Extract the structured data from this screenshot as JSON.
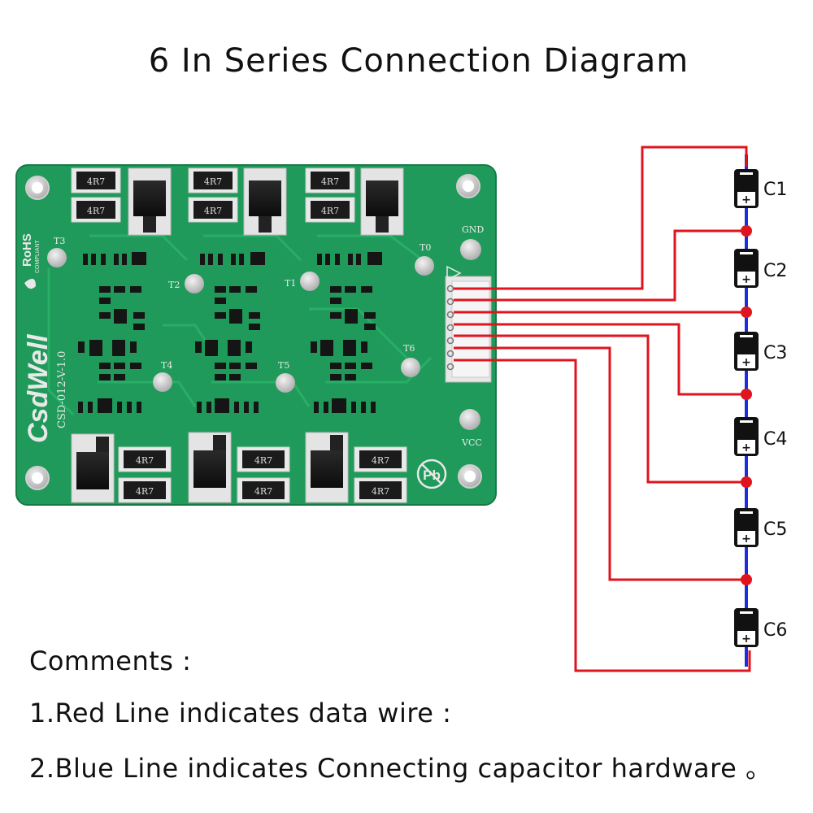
{
  "title": "6 In Series Connection Diagram",
  "board": {
    "brand": "CsdWell",
    "version": "CSD-012-V-1.0",
    "rohs": "RoHS",
    "rohs_sub": "COMPLIANT",
    "resistor_code": "4R7",
    "pin_labels": {
      "gnd": "GND",
      "vcc": "VCC"
    },
    "pads": [
      "T0",
      "T1",
      "T2",
      "T3",
      "T4",
      "T5",
      "T6"
    ],
    "color": "#1f9a5a"
  },
  "capacitors": [
    "C1",
    "C2",
    "C3",
    "C4",
    "C5",
    "C6"
  ],
  "colors": {
    "data_wire": "#e0141e",
    "capacitor_link": "#1a2de0"
  },
  "comments": {
    "heading": "Comments :",
    "line1": "1.Red Line indicates data wire  :",
    "line2": "2.Blue Line indicates Connecting capacitor hardware 。"
  }
}
